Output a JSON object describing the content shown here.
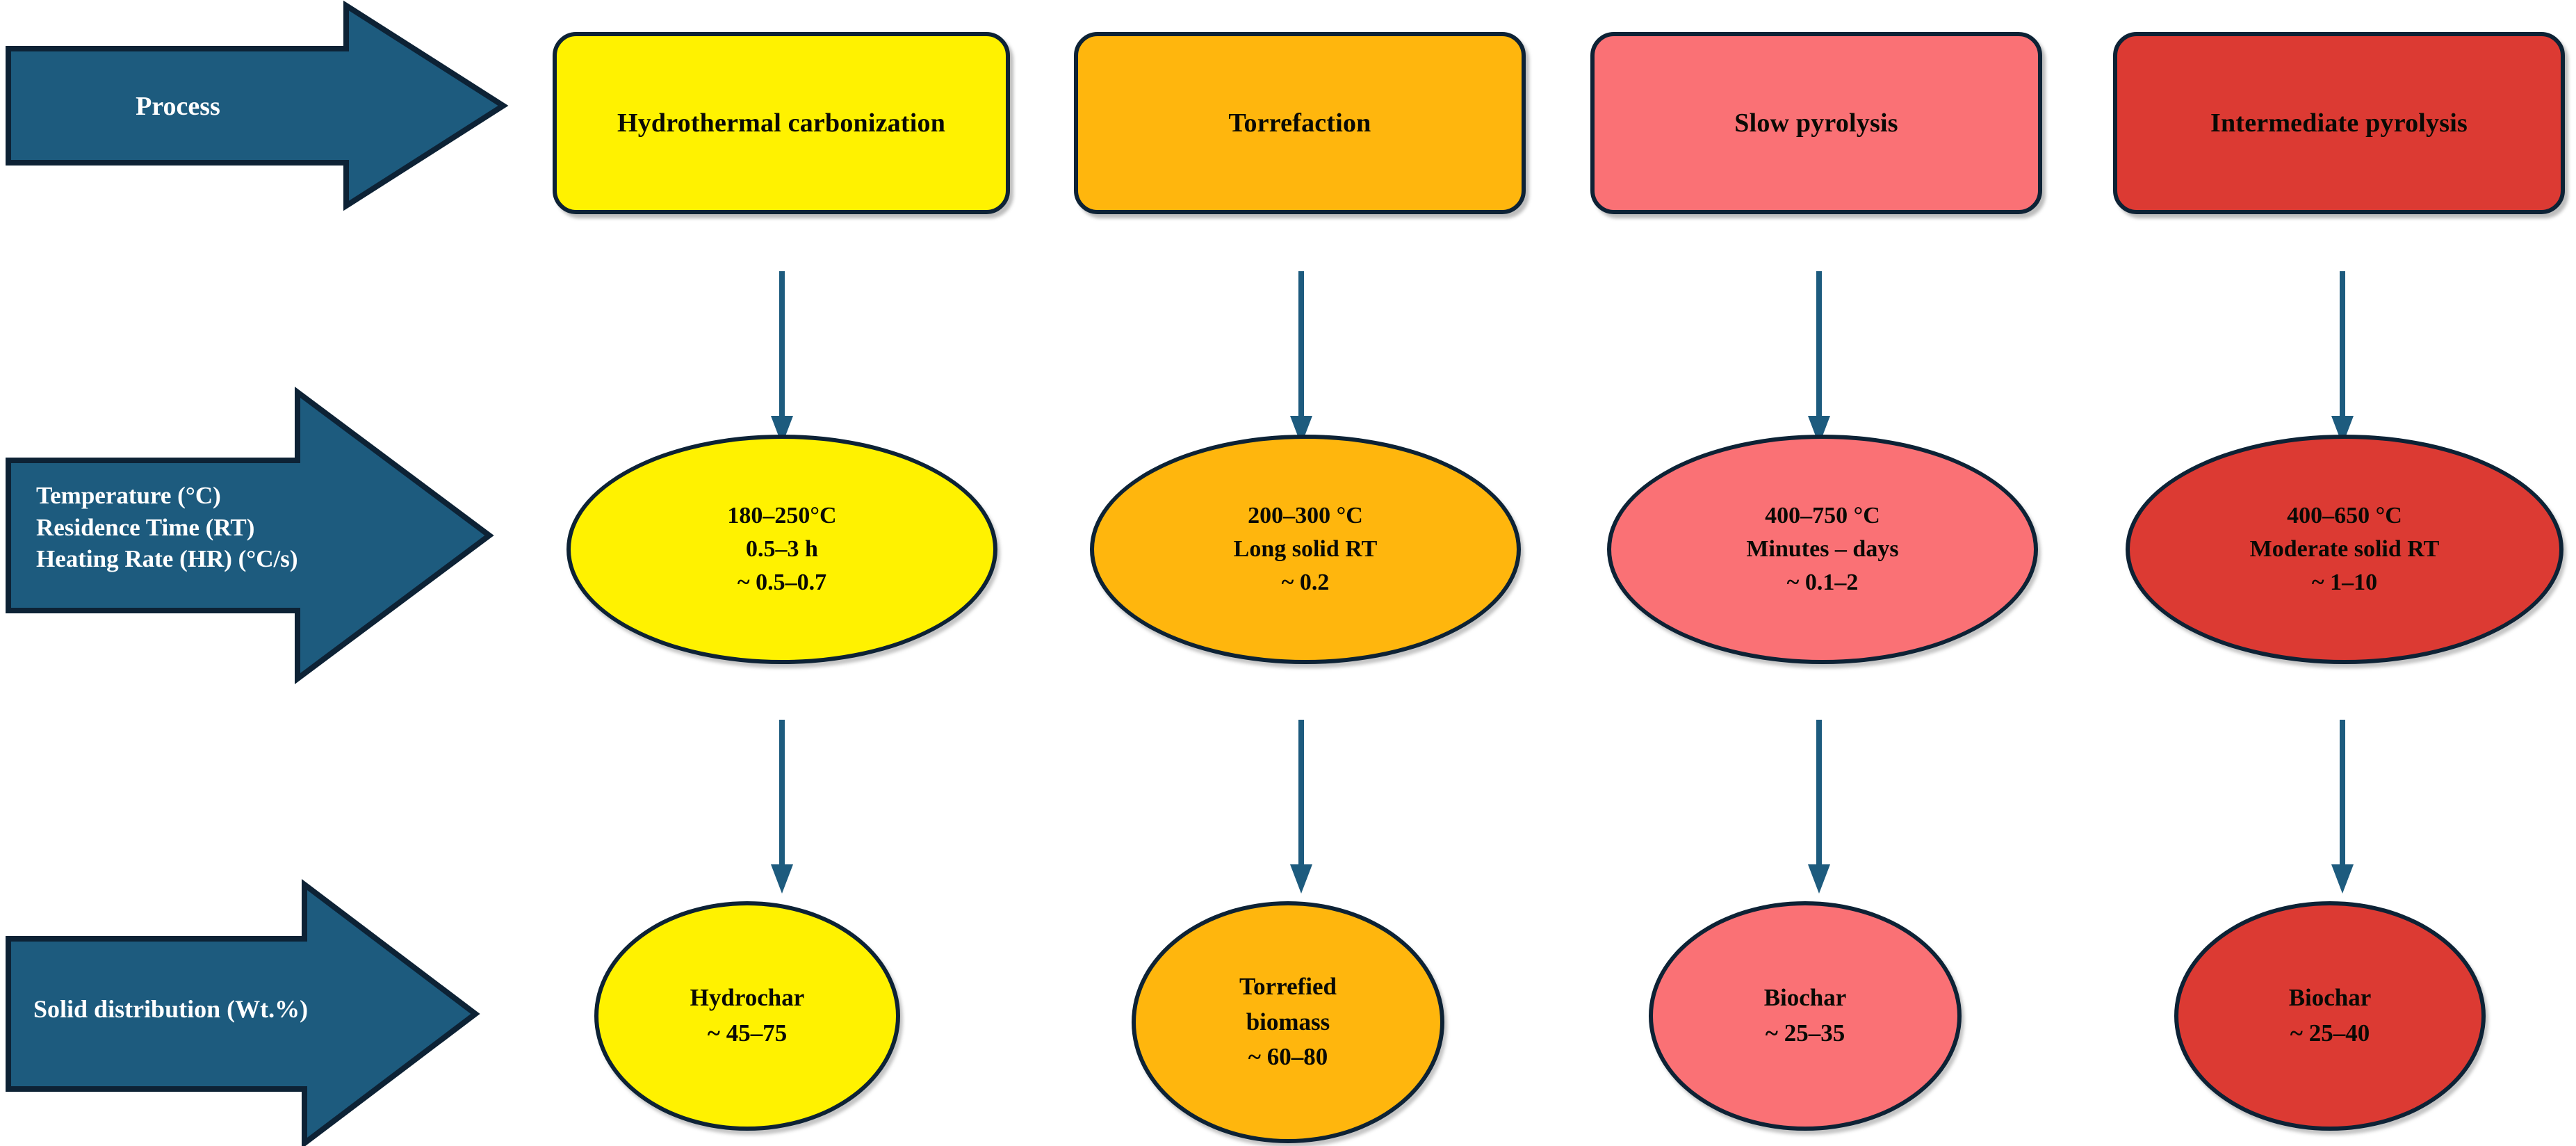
{
  "colors": {
    "arrow_fill": "#1d5b7e",
    "arrow_stroke": "#0d2235",
    "shape_stroke": "#0d2235",
    "connector": "#1d5b7e",
    "yellow": "#fff200",
    "orange": "#ffb60d",
    "salmon": "#fa7175",
    "red": "#dc3a33",
    "background": "#ffffff",
    "label_text": "#ffffff",
    "shape_text": "#0a0a05"
  },
  "row_labels": {
    "process": "Process",
    "conditions": "Temperature (°C)\nResidence Time (RT)\nHeating Rate (HR) (°C/s)",
    "solid_distribution": "Solid distribution (Wt.%)"
  },
  "chart_data": {
    "type": "table",
    "title": "Thermochemical conversion processes — operating conditions and solid yields",
    "row_headers": [
      "Process",
      "Temperature (°C) / Residence Time (RT) / Heating Rate (HR) (°C/s)",
      "Solid distribution (Wt.%)"
    ],
    "columns": [
      {
        "process": "Hydrothermal carbonization",
        "color": "#fff200",
        "temperature": "180–250°C",
        "residence_time": "0.5–3 h",
        "heating_rate": "~ 0.5–0.7",
        "product": "Hydrochar",
        "solid_yield": "~ 45–75"
      },
      {
        "process": "Torrefaction",
        "color": "#ffb60d",
        "temperature": "200–300 °C",
        "residence_time": "Long solid RT",
        "heating_rate": "~ 0.2",
        "product": "Torrefied\nbiomass",
        "solid_yield": "~ 60–80"
      },
      {
        "process": "Slow pyrolysis",
        "color": "#fa7175",
        "temperature": "400–750 °C",
        "residence_time": "Minutes – days",
        "heating_rate": "~ 0.1–2",
        "product": "Biochar",
        "solid_yield": "~ 25–35"
      },
      {
        "process": "Intermediate pyrolysis",
        "color": "#dc3a33",
        "temperature": "400–650 °C",
        "residence_time": "Moderate solid RT",
        "heating_rate": "~ 1–10",
        "product": "Biochar",
        "solid_yield": "~ 25–40"
      }
    ]
  },
  "columns": [
    {
      "process": "Hydrothermal carbonization",
      "conditions": "180–250°C\n0.5–3 h\n~ 0.5–0.7",
      "product": "Hydrochar\n~ 45–75"
    },
    {
      "process": "Torrefaction",
      "conditions": "200–300 °C\nLong solid RT\n~ 0.2",
      "product": "Torrefied\nbiomass\n~ 60–80"
    },
    {
      "process": "Slow pyrolysis",
      "conditions": "400–750 °C\nMinutes – days\n~ 0.1–2",
      "product": "Biochar\n~ 25–35"
    },
    {
      "process": "Intermediate pyrolysis",
      "conditions": "400–650 °C\nModerate solid RT\n~ 1–10",
      "product": "Biochar\n~ 25–40"
    }
  ]
}
